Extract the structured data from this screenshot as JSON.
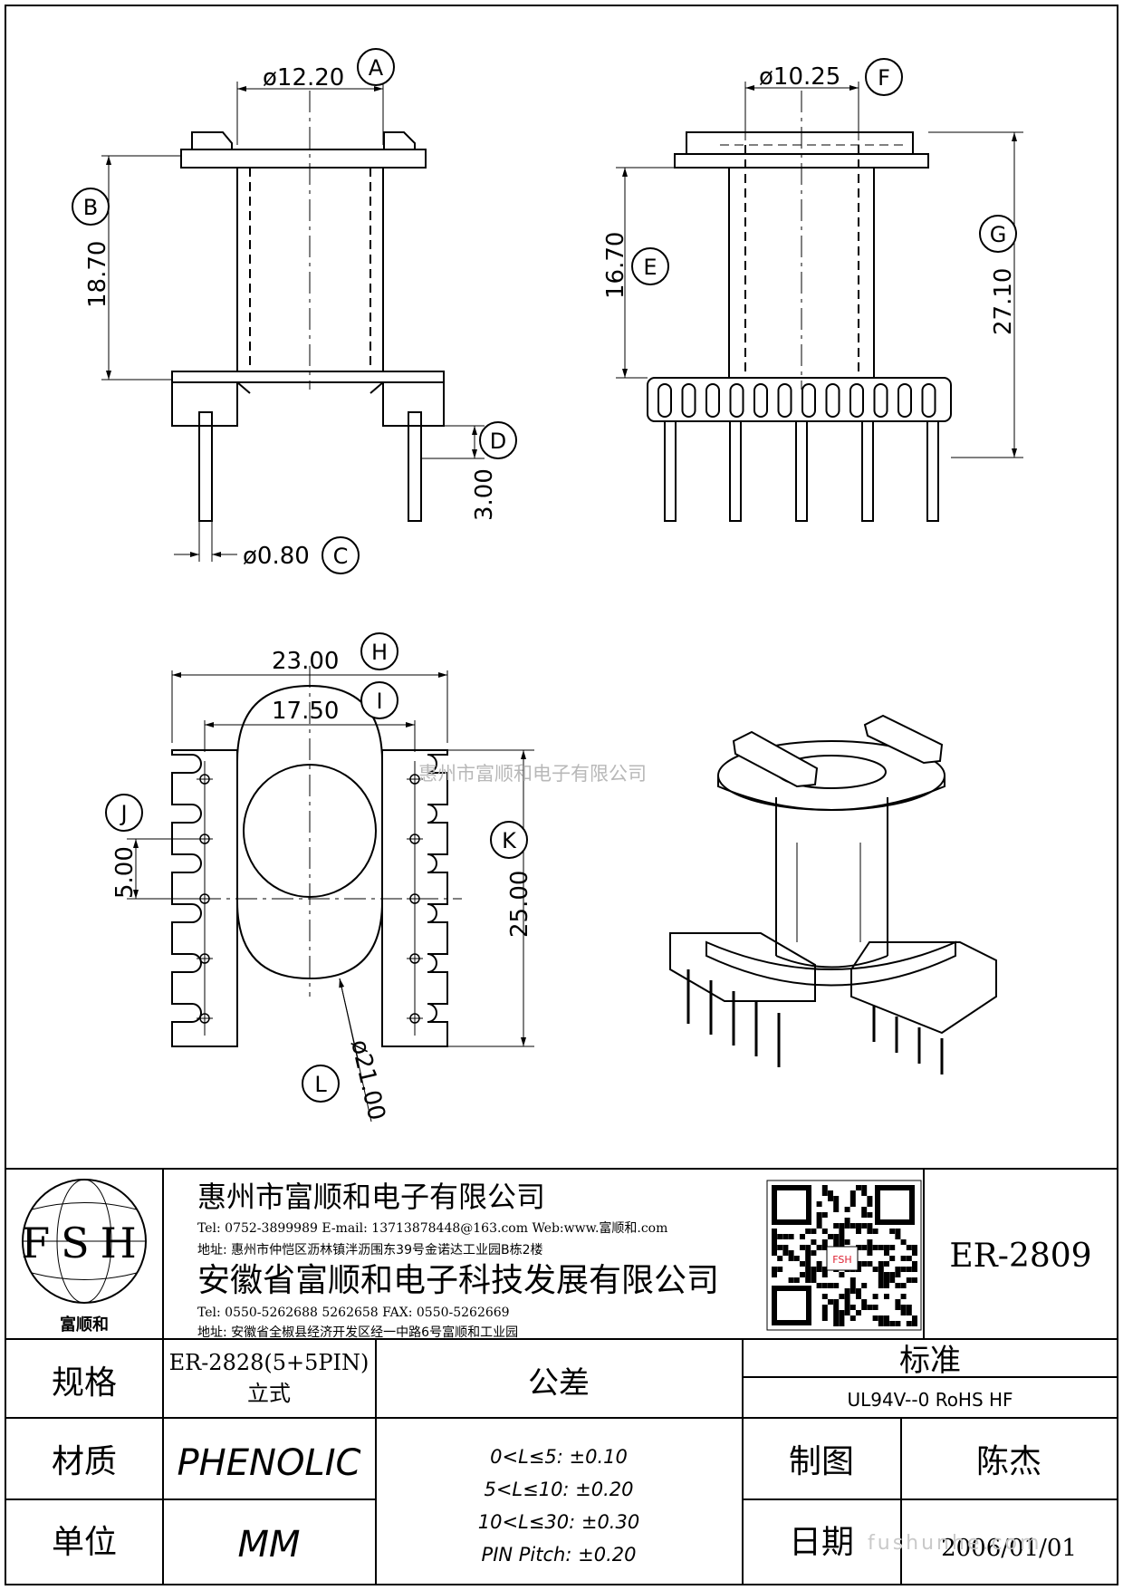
{
  "drawing": {
    "dims": {
      "A": {
        "letter": "A",
        "value": "ø12.20"
      },
      "B": {
        "letter": "B",
        "value": "18.70"
      },
      "C": {
        "letter": "C",
        "value": "ø0.80"
      },
      "D": {
        "letter": "D",
        "value": "3.00"
      },
      "E": {
        "letter": "E",
        "value": "16.70"
      },
      "F": {
        "letter": "F",
        "value": "ø10.25"
      },
      "G": {
        "letter": "G",
        "value": "27.10"
      },
      "H": {
        "letter": "H",
        "value": "23.00"
      },
      "I": {
        "letter": "I",
        "value": "17.50"
      },
      "J": {
        "letter": "J",
        "value": "5.00"
      },
      "K": {
        "letter": "K",
        "value": "25.00"
      },
      "L": {
        "letter": "L",
        "value": "ø21.00"
      }
    },
    "watermark_center": "惠州市富顺和电子有限公司",
    "watermark_corner": "fushunhe.com"
  },
  "title_block": {
    "logo": {
      "letters": "FSH",
      "caption": "富顺和"
    },
    "company1": {
      "name": "惠州市富顺和电子有限公司",
      "contact": "Tel:  0752-3899989   E-mail: 13713878448@163.com   Web:www.富顺和.com",
      "address": "地址:  惠州市仲恺区沥林镇泮沥围东39号金诺达工业园B栋2楼"
    },
    "company2": {
      "name": "安徽省富顺和电子科技发展有限公司",
      "contact": "Tel:   0550-5262688   5262658       FAX:  0550-5262669",
      "address": "地址:  安徽省全椒县经济开发区经一中路6号富顺和工业园"
    },
    "qr_caption": "FSH",
    "part_number": "ER-2809",
    "spec_label": "规格",
    "spec_value_line1": "ER-2828(5+5PIN)",
    "spec_value_line2": "立式",
    "tolerance_label": "公差",
    "tolerances": [
      "0<L≤5: ±0.10",
      "5<L≤10: ±0.20",
      "10<L≤30: ±0.30",
      "PIN Pitch: ±0.20"
    ],
    "standard_label": "标准",
    "standard_value": "UL94V--0  RoHS HF",
    "material_label": "材质",
    "material_value": "PHENOLIC",
    "drawn_label": "制图",
    "drawn_value": "陈杰",
    "unit_label": "单位",
    "unit_value": "MM",
    "date_label": "日期",
    "date_value": "2006/01/01"
  }
}
